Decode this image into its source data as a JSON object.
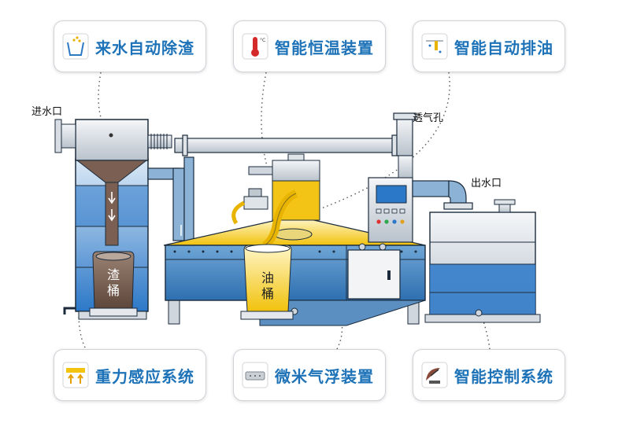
{
  "features_top": [
    {
      "label": "来水自动除渣",
      "icon": "funnel-icon"
    },
    {
      "label": "智能恒温装置",
      "icon": "thermometer-icon"
    },
    {
      "label": "智能自动排油",
      "icon": "oil-drain-icon"
    }
  ],
  "features_bottom": [
    {
      "label": "重力感应系统",
      "icon": "gravity-sensor-icon"
    },
    {
      "label": "微米气浮装置",
      "icon": "air-flotation-icon"
    },
    {
      "label": "智能控制系统",
      "icon": "radar-dish-icon"
    }
  ],
  "ports": {
    "inlet": "进水口",
    "vent": "透气孔",
    "outlet": "出水口"
  },
  "buckets": {
    "slag": "渣桶",
    "oil": "油桶"
  },
  "colors": {
    "label_blue": "#1e73b8",
    "tank_blue": "#2f7fd0",
    "oil_yellow": "#f2c40f",
    "slag_brown": "#6f5446"
  }
}
